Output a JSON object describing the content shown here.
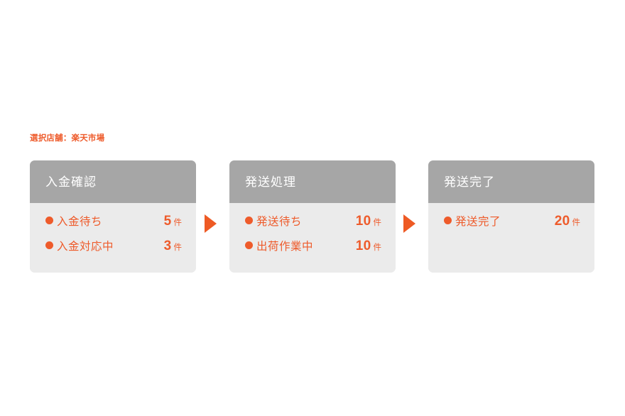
{
  "page": {
    "store_label": "選択店舗：楽天市場",
    "accent_color": "#ee5b2b",
    "arrow_color": "#ee5a24",
    "header_color": "#a6a6a6",
    "body_color": "#ebebeb",
    "background_color": "#ffffff"
  },
  "arrows": [
    {
      "name": "arrow-step-1-to-2",
      "glyph": "triangle-right"
    },
    {
      "name": "arrow-step-2-to-3",
      "glyph": "triangle-right"
    }
  ],
  "cards": [
    {
      "title": "入金確認",
      "rows": [
        {
          "label": "入金待ち",
          "count": "5",
          "unit": "件"
        },
        {
          "label": "入金対応中",
          "count": "3",
          "unit": "件"
        }
      ]
    },
    {
      "title": "発送処理",
      "rows": [
        {
          "label": "発送待ち",
          "count": "10",
          "unit": "件"
        },
        {
          "label": "出荷作業中",
          "count": "10",
          "unit": "件"
        }
      ]
    },
    {
      "title": "発送完了",
      "rows": [
        {
          "label": "発送完了",
          "count": "20",
          "unit": "件"
        }
      ]
    }
  ]
}
